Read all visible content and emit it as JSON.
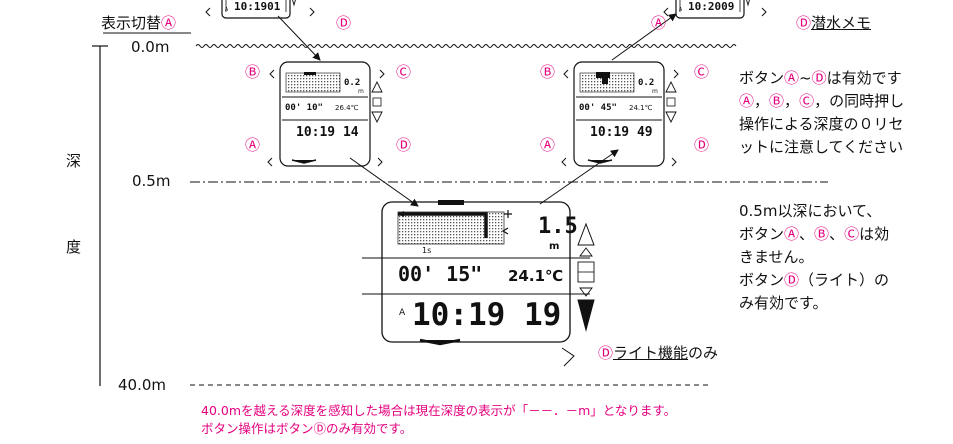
{
  "axis": {
    "label_chars": [
      "深",
      "度"
    ],
    "depth_surface": "0.0m",
    "depth_mid": "0.5m",
    "depth_max": "40.0m"
  },
  "labels": {
    "display_switch": "表示切替",
    "dive_memo": "潜水メモ",
    "light_function": "ライト機能",
    "light_only_suffix": "のみ"
  },
  "buttons": {
    "a": "A",
    "b": "B",
    "c": "C",
    "d": "D"
  },
  "watches": {
    "top_left": {
      "time": "10:1901"
    },
    "top_right": {
      "time": "10:2009"
    },
    "surface_left": {
      "depth": "0.2",
      "unit": "m",
      "dive_time": "00' 10\"",
      "temp": "26.4℃",
      "time": "10:19 14"
    },
    "surface_right": {
      "depth": "0.2",
      "unit": "m",
      "dive_time": "00' 45\"",
      "temp": "24.1℃",
      "time": "10:19 49"
    },
    "large": {
      "depth": "1.5",
      "unit": "m",
      "interval": "1s",
      "dive_time": "00' 15\"",
      "temp": "24.1℃",
      "ampm": "A",
      "time": "10:19 19"
    }
  },
  "text_upper_right": {
    "line1_prefix": "ボタン",
    "line1_range": "~",
    "line1_suffix": "は有効です",
    "line2_sep1": "，",
    "line2_sep2": "，",
    "line2_suffix": "，の同時押し",
    "line3": "操作による深度の０リセ",
    "line4": "ットに注意してください"
  },
  "text_lower_right": {
    "line1": "0.5m以深において、",
    "line2_prefix": "ボタン",
    "line2_sep1": "、",
    "line2_sep2": "、",
    "line2_suffix": "は効",
    "line3": "きません。",
    "line4_prefix": "ボタン",
    "line4_suffix": "（ライト）の",
    "line5": "み有効です。"
  },
  "notes": {
    "line1": "40.0mを越える深度を感知した場合は現在深度の表示が「－－．－m」となります。",
    "line2_prefix": "ボタン操作はボタン",
    "line2_suffix": "のみ有効です。"
  },
  "colors": {
    "accent": "#e4007f",
    "line": "#111111"
  }
}
